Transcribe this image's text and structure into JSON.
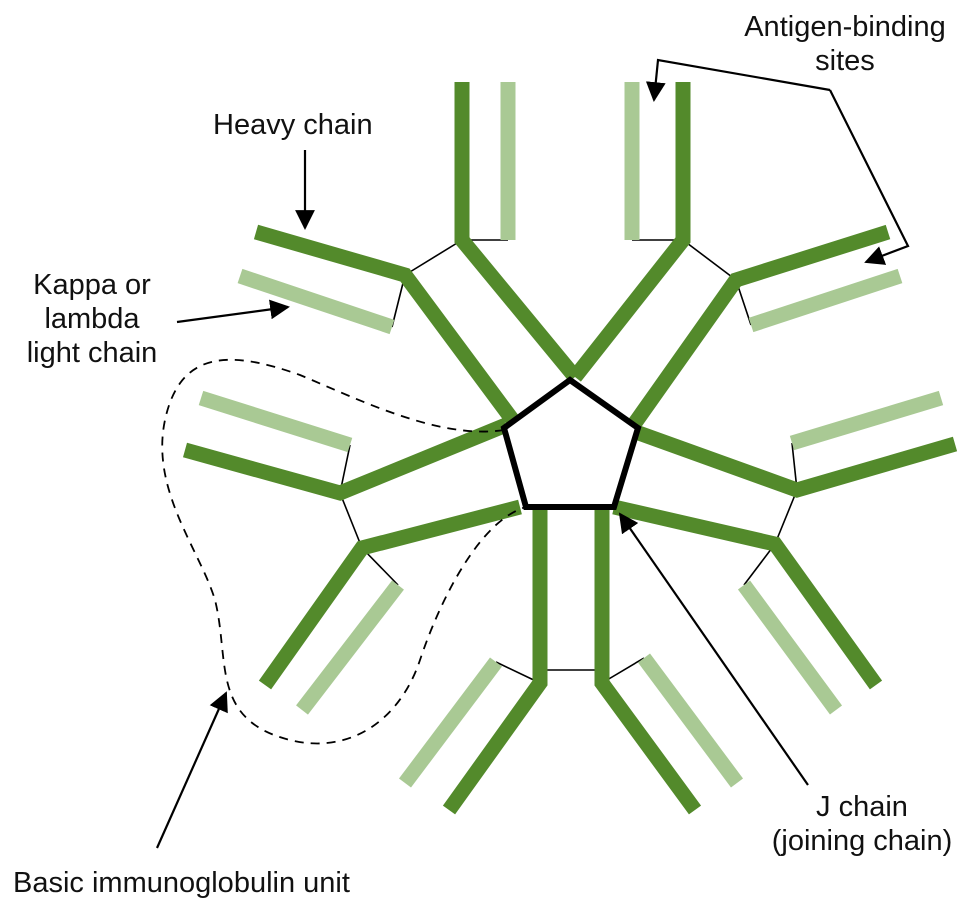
{
  "labels": {
    "heavy_chain": "Heavy chain",
    "light_chain": [
      "Kappa or",
      "lambda",
      "light chain"
    ],
    "antigen_binding": [
      "Antigen-binding",
      "sites"
    ],
    "j_chain": [
      "J chain",
      "(joining chain)"
    ],
    "basic_unit": "Basic immunoglobulin unit"
  },
  "colors": {
    "heavy": "#538a2b",
    "light": "#a9c994",
    "outline": "#000000"
  }
}
